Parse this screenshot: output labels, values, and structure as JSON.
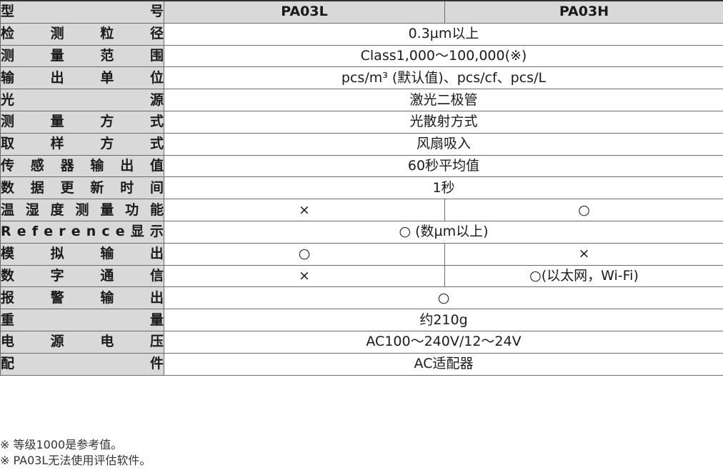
{
  "header": {
    "label": "型号",
    "models": [
      "PA03L",
      "PA03H"
    ]
  },
  "rows": [
    {
      "label": "检测粒径",
      "values": [
        "0.3µm以上"
      ]
    },
    {
      "label": "测量范围",
      "values": [
        "Class1,000～100,000(※)"
      ]
    },
    {
      "label": "输出单位",
      "values": [
        "pcs/m³ (默认值)、pcs/cf、pcs/L"
      ]
    },
    {
      "label": "光源",
      "values": [
        "激光二极管"
      ]
    },
    {
      "label": "测量方式",
      "values": [
        "光散射方式"
      ]
    },
    {
      "label": "取样方式",
      "values": [
        "风扇吸入"
      ]
    },
    {
      "label": "传感器输出值",
      "values": [
        "60秒平均值"
      ]
    },
    {
      "label": "数据更新时间",
      "values": [
        "1秒"
      ]
    },
    {
      "label": "温湿度测量功能",
      "values": [
        "×",
        "○"
      ]
    },
    {
      "label": "Reference显示",
      "values": [
        "○ (数µm以上)"
      ]
    },
    {
      "label": "模拟输出",
      "values": [
        "○",
        "×"
      ]
    },
    {
      "label": "数字通信",
      "values": [
        "×",
        "○(以太网，Wi-Fi)"
      ]
    },
    {
      "label": "报警输出",
      "values": [
        "○"
      ]
    },
    {
      "label": "重量",
      "values": [
        "约210g"
      ]
    },
    {
      "label": "电源电压",
      "values": [
        "AC100～240V/12～24V"
      ]
    },
    {
      "label": "配件",
      "values": [
        "AC适配器"
      ]
    }
  ],
  "notes": [
    "※ 等级1000是参考值。",
    "※ PA03L无法使用评估软件。"
  ]
}
